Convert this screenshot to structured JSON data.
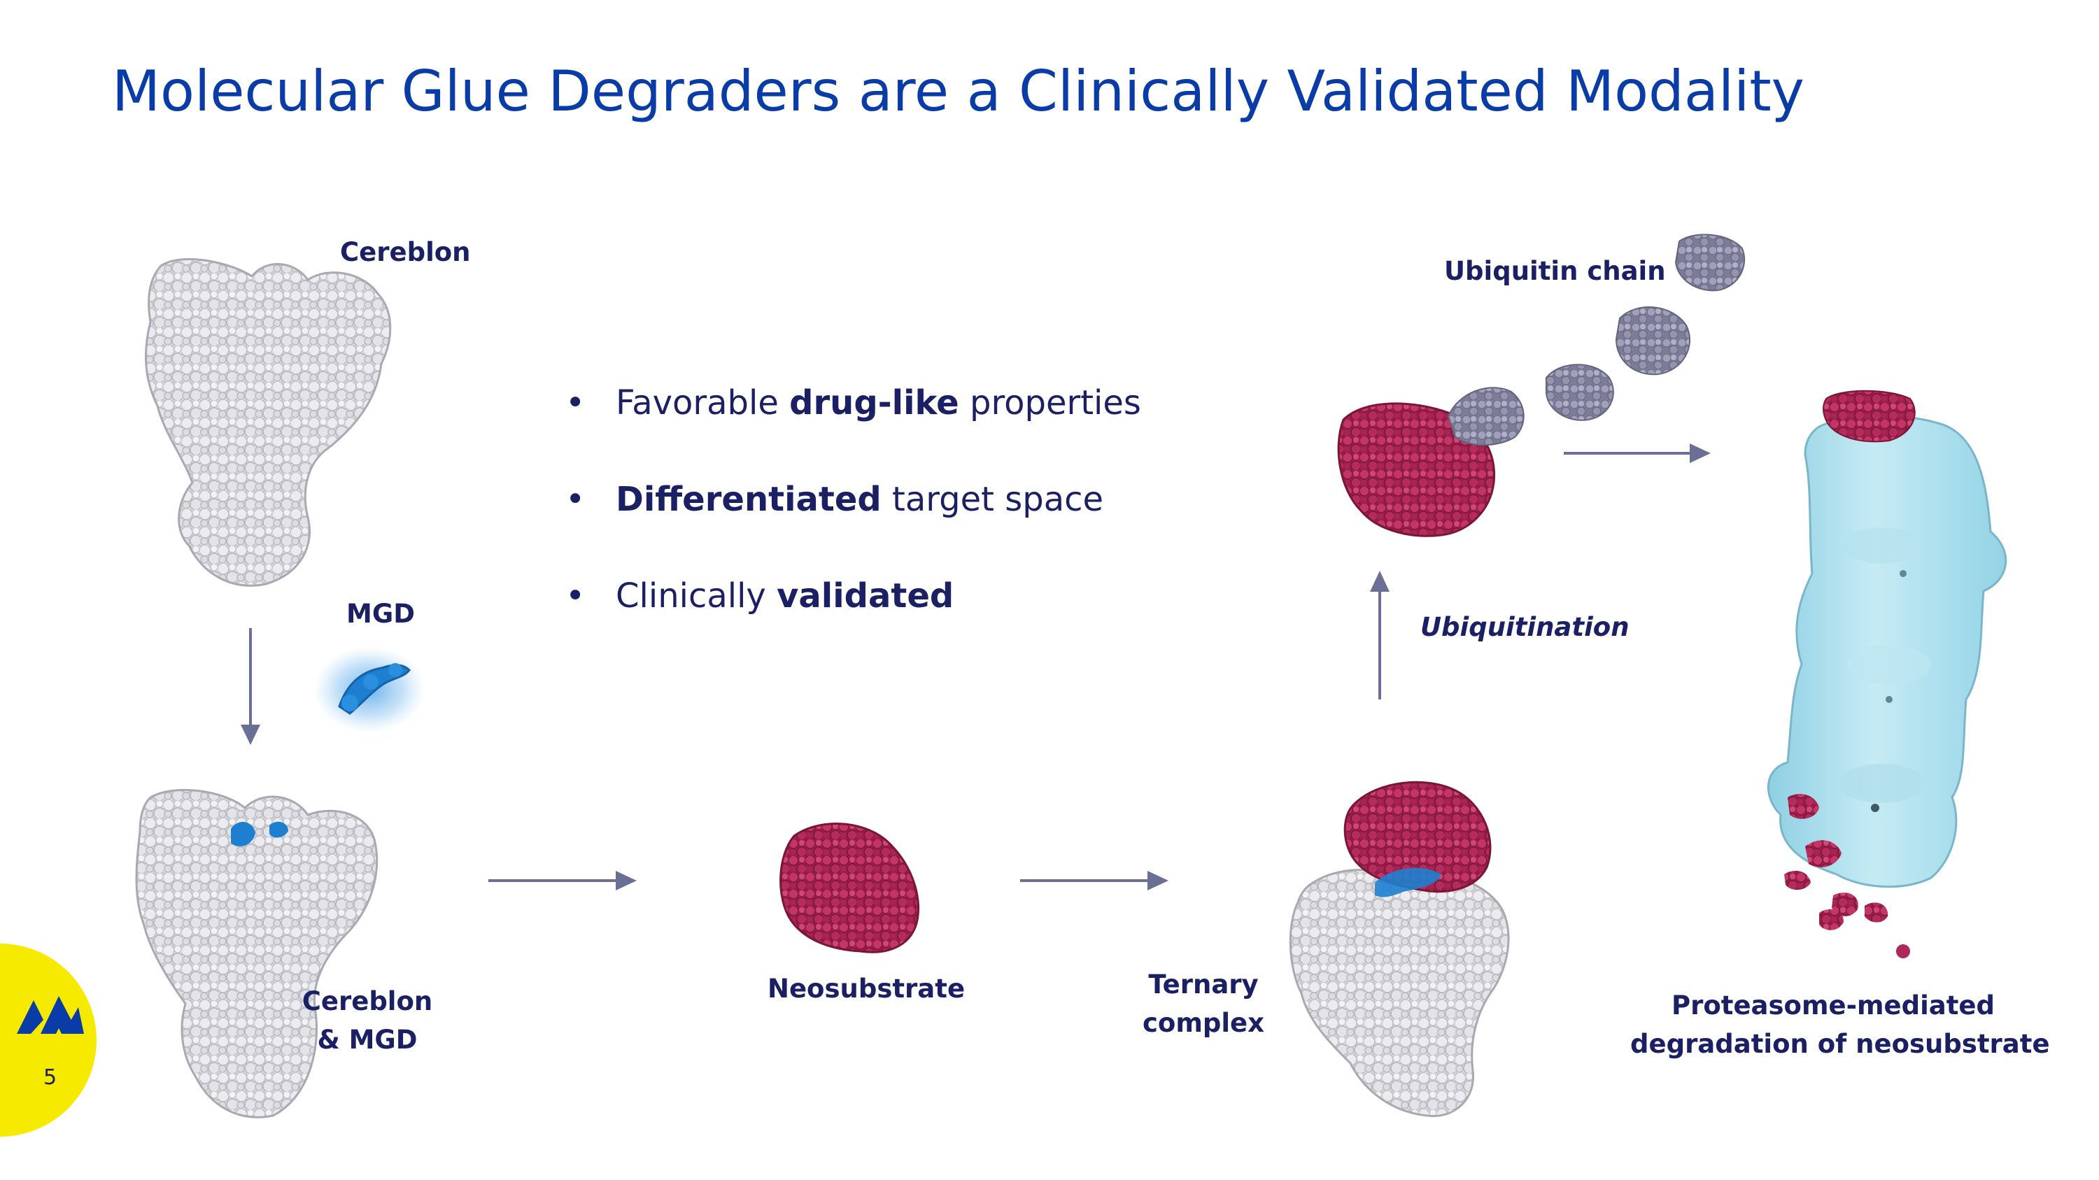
{
  "title": "Molecular Glue Degraders are a Clinically Validated Modality",
  "labels": {
    "cereblon": "Cereblon",
    "mgd": "MGD",
    "cereblon_mgd_line1": "Cereblon",
    "cereblon_mgd_line2": "& MGD",
    "neosubstrate": "Neosubstrate",
    "ternary_line1": "Ternary",
    "ternary_line2": "complex",
    "ubiquitin_chain": "Ubiquitin chain",
    "ubiquitination": "Ubiquitination",
    "proteasome_line1": "Proteasome-mediated",
    "proteasome_line2": "degradation of neosubstrate"
  },
  "bullets": [
    {
      "pre": "Favorable ",
      "bold": "drug-like",
      "post": " properties"
    },
    {
      "pre": "",
      "bold": "Differentiated",
      "post": " target space"
    },
    {
      "pre": "Clinically ",
      "bold": "validated",
      "post": ""
    }
  ],
  "bullet_char": "•",
  "page_number": "5",
  "colors": {
    "title": "#0a3ca8",
    "label": "#1b2064",
    "arrow": "#6b6f96",
    "protein_grey": "#d3d3d8",
    "neosubstrate": "#b0285a",
    "mgd_blue": "#1e7fd0",
    "ubiquitin": "#8e8ea8",
    "proteasome": "#a6dcea",
    "logo_circle": "#f5ea00",
    "logo_mark": "#0a3ca8"
  },
  "icons": {
    "logo": "company-logo-icon"
  }
}
